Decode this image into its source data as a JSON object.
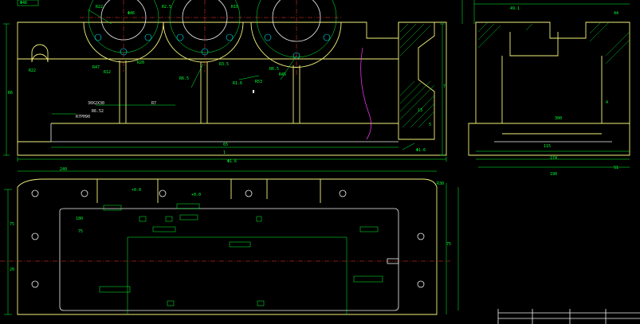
{
  "drawing": {
    "front_view": {
      "dimensions": [
        "R22",
        "Φ46",
        "R2.5",
        "R12",
        "R6.5",
        "R47",
        "R6.5",
        "R45",
        "R53",
        "R20",
        "R3.5",
        "R15",
        "R22",
        "R6",
        "13",
        "5",
        "65",
        "1",
        "Φ1.6",
        "Φ1.6",
        "7"
      ],
      "chamfer": "R1.6",
      "notes": [
        "30X2X30",
        "R7",
        "R7PH90",
        "R6.52"
      ]
    },
    "side_view": {
      "dimensions": [
        "4",
        "S1"
      ]
    },
    "plan_view": {
      "dimensions": [
        "240",
        "180",
        "R30",
        "75",
        "75",
        "20",
        "75",
        "+0.0",
        "+0.0"
      ]
    }
  }
}
